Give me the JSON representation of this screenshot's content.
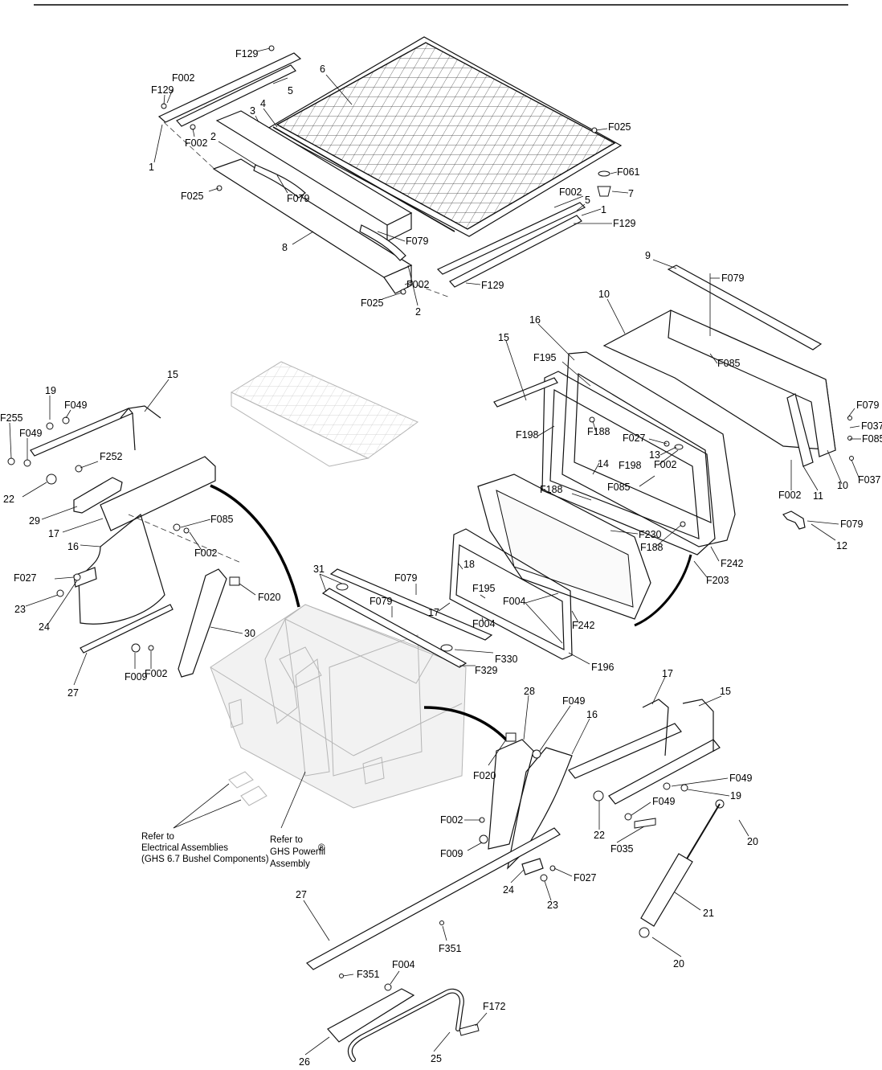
{
  "callouts": [
    {
      "id": "c-f129-a",
      "text": "F129"
    },
    {
      "id": "c-f002-a",
      "text": "F002"
    },
    {
      "id": "c-f129-b",
      "text": "F129"
    },
    {
      "id": "c-5-a",
      "text": "5"
    },
    {
      "id": "c-6",
      "text": "6"
    },
    {
      "id": "c-4",
      "text": "4"
    },
    {
      "id": "c-3",
      "text": "3"
    },
    {
      "id": "c-2-a",
      "text": "2"
    },
    {
      "id": "c-f002-b",
      "text": "F002"
    },
    {
      "id": "c-1-a",
      "text": "1"
    },
    {
      "id": "c-f025-a",
      "text": "F025"
    },
    {
      "id": "c-f079-a",
      "text": "F079"
    },
    {
      "id": "c-f025-b",
      "text": "F025"
    },
    {
      "id": "c-f061",
      "text": "F061"
    },
    {
      "id": "c-7",
      "text": "7"
    },
    {
      "id": "c-f002-c",
      "text": "F002"
    },
    {
      "id": "c-5-b",
      "text": "5"
    },
    {
      "id": "c-1-b",
      "text": "1"
    },
    {
      "id": "c-f129-c",
      "text": "F129"
    },
    {
      "id": "c-f079-b",
      "text": "F079"
    },
    {
      "id": "c-8",
      "text": "8"
    },
    {
      "id": "c-f002-d",
      "text": "F002"
    },
    {
      "id": "c-f129-d",
      "text": "F129"
    },
    {
      "id": "c-f025-c",
      "text": "F025"
    },
    {
      "id": "c-2-b",
      "text": "2"
    },
    {
      "id": "c-9",
      "text": "9"
    },
    {
      "id": "c-f079-c",
      "text": "F079"
    },
    {
      "id": "c-10-a",
      "text": "10"
    },
    {
      "id": "c-16-a",
      "text": "16"
    },
    {
      "id": "c-15-a",
      "text": "15"
    },
    {
      "id": "c-f195-a",
      "text": "F195"
    },
    {
      "id": "c-f085-a",
      "text": "F085"
    },
    {
      "id": "c-f079-d",
      "text": "F079"
    },
    {
      "id": "c-f037-a",
      "text": "F037"
    },
    {
      "id": "c-f085-b",
      "text": "F085"
    },
    {
      "id": "c-f037-b",
      "text": "F037"
    },
    {
      "id": "c-f198-a",
      "text": "F198"
    },
    {
      "id": "c-f188-a",
      "text": "F188"
    },
    {
      "id": "c-f027-a",
      "text": "F027"
    },
    {
      "id": "c-13",
      "text": "13"
    },
    {
      "id": "c-f198-b",
      "text": "F198"
    },
    {
      "id": "c-f002-e",
      "text": "F002"
    },
    {
      "id": "c-14",
      "text": "14"
    },
    {
      "id": "c-f085-c",
      "text": "F085"
    },
    {
      "id": "c-f002-f",
      "text": "F002"
    },
    {
      "id": "c-11",
      "text": "11"
    },
    {
      "id": "c-10-b",
      "text": "10"
    },
    {
      "id": "c-f188-b",
      "text": "F188"
    },
    {
      "id": "c-f079-e",
      "text": "F079"
    },
    {
      "id": "c-f230",
      "text": "F230"
    },
    {
      "id": "c-f188-c",
      "text": "F188"
    },
    {
      "id": "c-12",
      "text": "12"
    },
    {
      "id": "c-f242-a",
      "text": "F242"
    },
    {
      "id": "c-f203",
      "text": "F203"
    },
    {
      "id": "c-15-b",
      "text": "15"
    },
    {
      "id": "c-19-a",
      "text": "19"
    },
    {
      "id": "c-f049-a",
      "text": "F049"
    },
    {
      "id": "c-f255",
      "text": "F255"
    },
    {
      "id": "c-f049-b",
      "text": "F049"
    },
    {
      "id": "c-f252",
      "text": "F252"
    },
    {
      "id": "c-22-a",
      "text": "22"
    },
    {
      "id": "c-29",
      "text": "29"
    },
    {
      "id": "c-17-a",
      "text": "17"
    },
    {
      "id": "c-f085-d",
      "text": "F085"
    },
    {
      "id": "c-16-b",
      "text": "16"
    },
    {
      "id": "c-f002-g",
      "text": "F002"
    },
    {
      "id": "c-f027-b",
      "text": "F027"
    },
    {
      "id": "c-f020-a",
      "text": "F020"
    },
    {
      "id": "c-23-a",
      "text": "23"
    },
    {
      "id": "c-24-a",
      "text": "24"
    },
    {
      "id": "c-30",
      "text": "30"
    },
    {
      "id": "c-27-a",
      "text": "27"
    },
    {
      "id": "c-f009-a",
      "text": "F009"
    },
    {
      "id": "c-f002-h",
      "text": "F002"
    },
    {
      "id": "c-31",
      "text": "31"
    },
    {
      "id": "c-f079-f",
      "text": "F079"
    },
    {
      "id": "c-18",
      "text": "18"
    },
    {
      "id": "c-f079-g",
      "text": "F079"
    },
    {
      "id": "c-f195-b",
      "text": "F195"
    },
    {
      "id": "c-f004-a",
      "text": "F004"
    },
    {
      "id": "c-17-b",
      "text": "17"
    },
    {
      "id": "c-f004-b",
      "text": "F004"
    },
    {
      "id": "c-f242-b",
      "text": "F242"
    },
    {
      "id": "c-f330",
      "text": "F330"
    },
    {
      "id": "c-f329",
      "text": "F329"
    },
    {
      "id": "c-f196",
      "text": "F196"
    },
    {
      "id": "c-28",
      "text": "28"
    },
    {
      "id": "c-f049-c",
      "text": "F049"
    },
    {
      "id": "c-17-c",
      "text": "17"
    },
    {
      "id": "c-15-c",
      "text": "15"
    },
    {
      "id": "c-16-c",
      "text": "16"
    },
    {
      "id": "c-f020-b",
      "text": "F020"
    },
    {
      "id": "c-f049-d",
      "text": "F049"
    },
    {
      "id": "c-19-b",
      "text": "19"
    },
    {
      "id": "c-f049-e",
      "text": "F049"
    },
    {
      "id": "c-22-b",
      "text": "22"
    },
    {
      "id": "c-f002-i",
      "text": "F002"
    },
    {
      "id": "c-f035",
      "text": "F035"
    },
    {
      "id": "c-20-a",
      "text": "20"
    },
    {
      "id": "c-f009-b",
      "text": "F009"
    },
    {
      "id": "c-24-b",
      "text": "24"
    },
    {
      "id": "c-f027-c",
      "text": "F027"
    },
    {
      "id": "c-23-b",
      "text": "23"
    },
    {
      "id": "c-21",
      "text": "21"
    },
    {
      "id": "c-27-b",
      "text": "27"
    },
    {
      "id": "c-f351-a",
      "text": "F351"
    },
    {
      "id": "c-20-b",
      "text": "20"
    },
    {
      "id": "c-f004-c",
      "text": "F004"
    },
    {
      "id": "c-f351-b",
      "text": "F351"
    },
    {
      "id": "c-f172",
      "text": "F172"
    },
    {
      "id": "c-25",
      "text": "25"
    },
    {
      "id": "c-26",
      "text": "26"
    }
  ],
  "notes": {
    "electrical": [
      "Refer to",
      "Electrical Assemblies",
      "(GHS 6.7 Bushel Components)"
    ],
    "powerfil": [
      "Refer to",
      "GHS Powerfil",
      "Assembly"
    ],
    "registered_mark": "®"
  }
}
